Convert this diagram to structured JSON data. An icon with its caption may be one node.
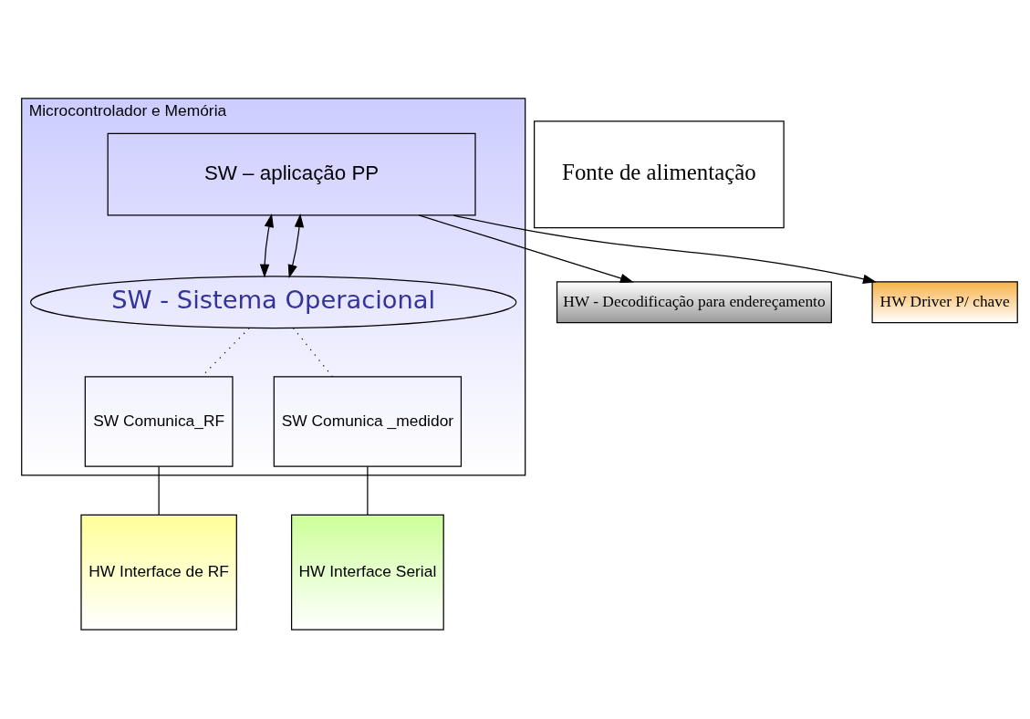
{
  "diagram": {
    "nodes": [
      {
        "text": [
          "Microcontrolador e Memória"
        ]
      },
      {
        "text": [
          "SW – aplicação PP"
        ],
        "in": 0
      },
      {
        "text": [
          "SW - Sistema Operacional"
        ],
        "in": 0
      },
      {
        "text": [
          "SW Comunica_RF"
        ],
        "in": 0
      },
      {
        "text": [
          "SW Comunica _medidor"
        ],
        "in": 0
      },
      {
        "text": [
          "HW - Decodificação para endereçamento"
        ]
      },
      {
        "text": [
          "HW Driver P/ chave"
        ]
      },
      {
        "text": [
          "HW Interface de RF"
        ]
      },
      {
        "text": [
          "HW Interface Serial"
        ]
      },
      {
        "text": [
          "Fonte de alimentação"
        ]
      }
    ],
    "edges": [
      {
        "from": 1,
        "to": 5,
        "arrow": "to"
      },
      {
        "from": 1,
        "to": 6,
        "arrow": "to"
      },
      {
        "from": 1,
        "to": 2,
        "arrow": "both"
      },
      {
        "from": 1,
        "to": 2,
        "arrow": "both"
      },
      {
        "from": 2,
        "to": 3,
        "arrow": "none",
        "style": "dashed"
      },
      {
        "from": 2,
        "to": 4,
        "arrow": "none",
        "style": "dashed"
      },
      {
        "from": 3,
        "to": 7,
        "arrow": "none"
      },
      {
        "from": 4,
        "to": 8,
        "arrow": "none"
      }
    ]
  }
}
